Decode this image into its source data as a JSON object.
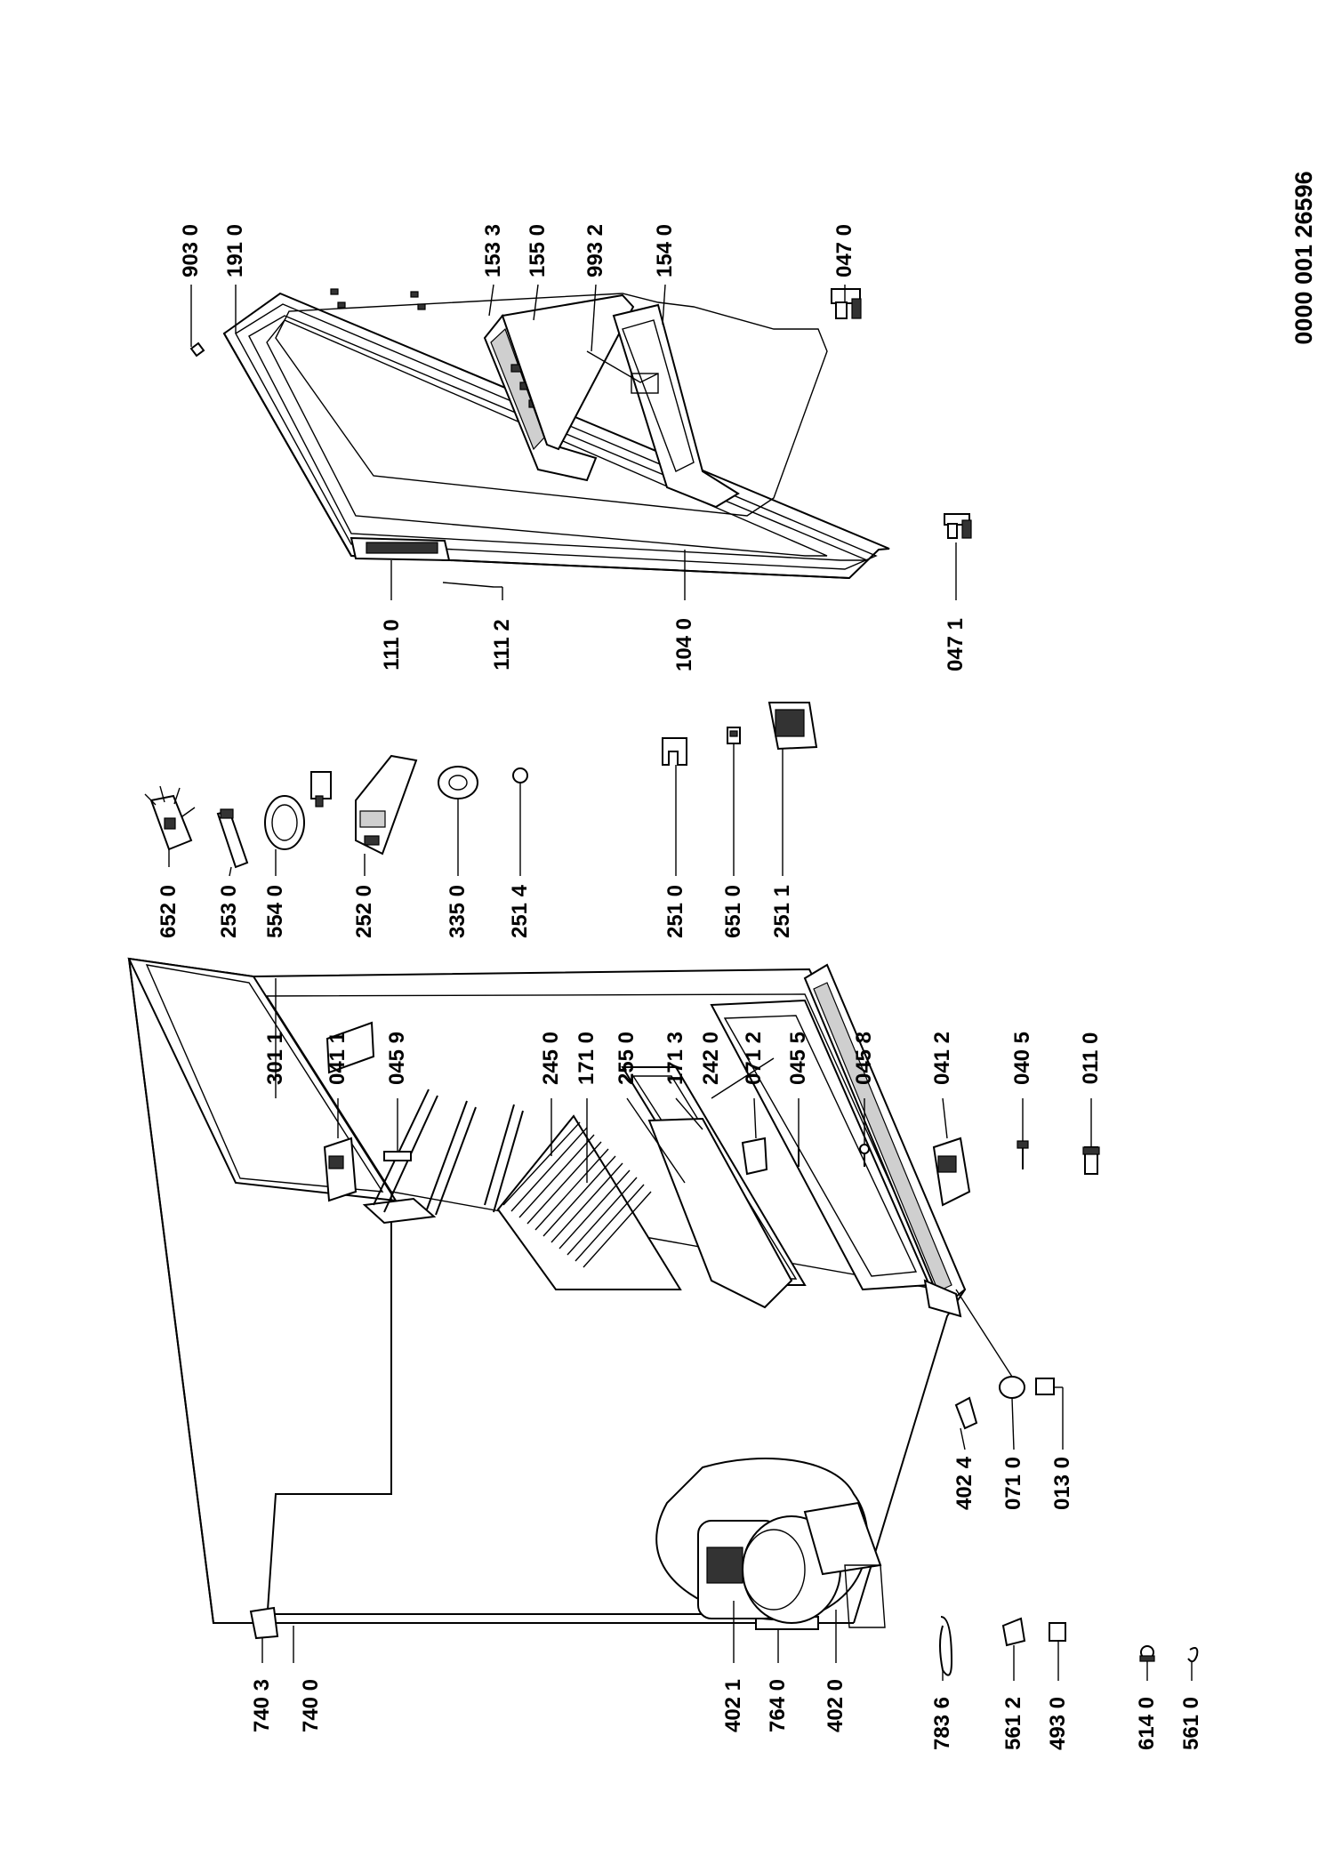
{
  "document_id": "0000 001 26596",
  "labels": {
    "l_903_0": "903 0",
    "l_191_0": "191 0",
    "l_153_3": "153 3",
    "l_155_0": "155 0",
    "l_993_2": "993 2",
    "l_154_0": "154 0",
    "l_047_0": "047 0",
    "l_111_0": "111 0",
    "l_111_2": "111 2",
    "l_104_0": "104 0",
    "l_047_1": "047 1",
    "l_652_0": "652 0",
    "l_253_0": "253 0",
    "l_554_0": "554 0",
    "l_252_0": "252 0",
    "l_335_0": "335 0",
    "l_251_4": "251 4",
    "l_251_0": "251 0",
    "l_651_0": "651 0",
    "l_251_1": "251 1",
    "l_301_1": "301  1",
    "l_041_1": "041 1",
    "l_045_9": "045 9",
    "l_245_0": "245 0",
    "l_171_0": "171 0",
    "l_255_0": "255 0",
    "l_171_3": "171 3",
    "l_242_0": "242 0",
    "l_071_2": "071 2",
    "l_045_5": "045 5",
    "l_045_8": "045 8",
    "l_041_2": "041 2",
    "l_040_5": "040 5",
    "l_011_0": "011 0",
    "l_740_3": "740 3",
    "l_740_0": "740 0",
    "l_402_1": "402 1",
    "l_764_0": "764 0",
    "l_402_0": "402 0",
    "l_402_4": "402 4",
    "l_071_0": "071 0",
    "l_013_0": "013 0",
    "l_783_6": "783 6",
    "l_561_2": "561 2",
    "l_493_0": "493 0",
    "l_614_0": "614 0",
    "l_561_0": "561 0"
  }
}
